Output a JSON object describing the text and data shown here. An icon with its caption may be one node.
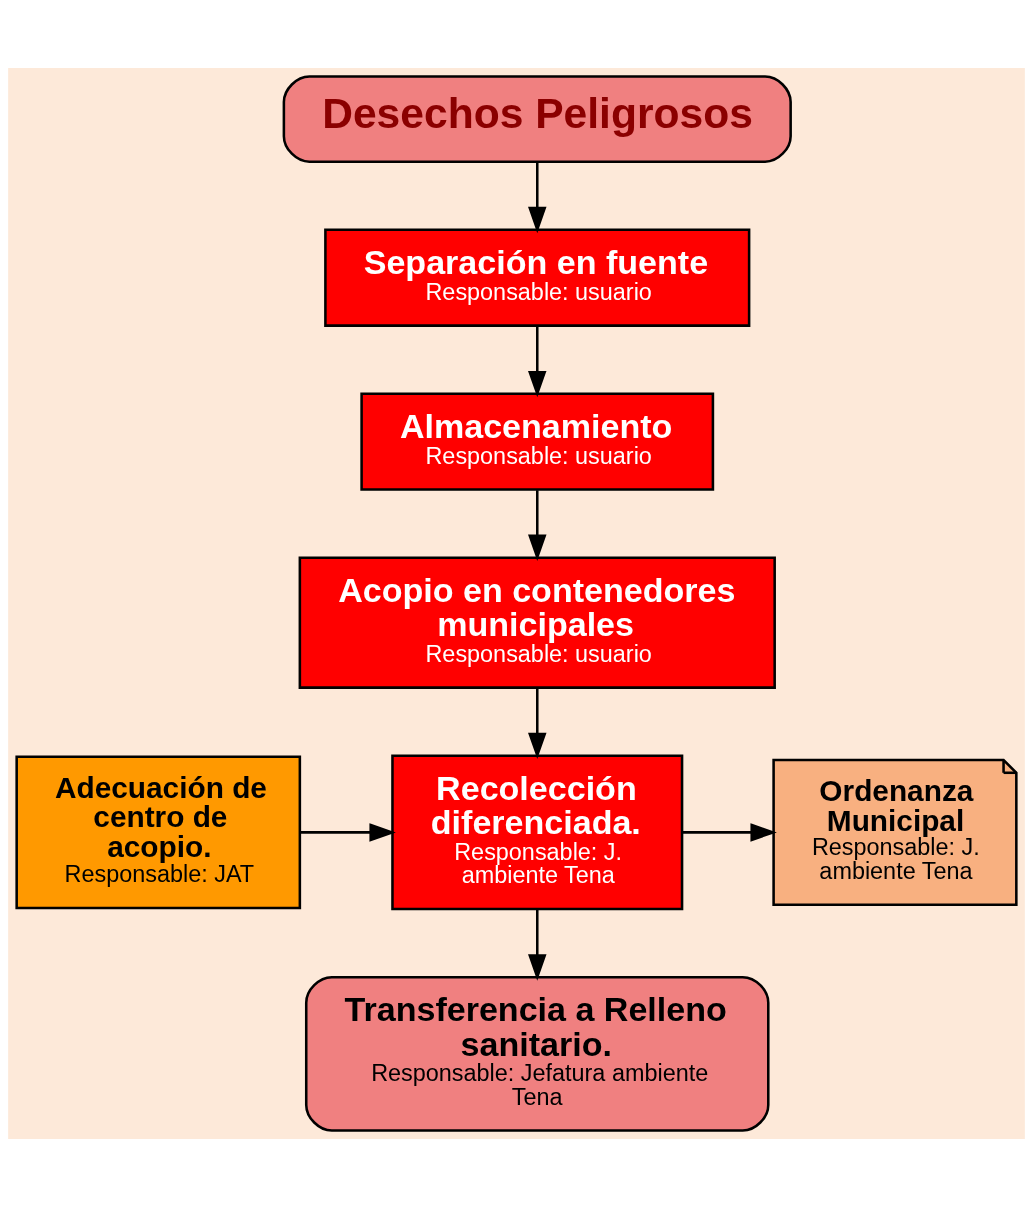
{
  "diagram": {
    "nodes": [
      {
        "text": [
          "Desechos Peligrosos"
        ]
      },
      {
        "text": [
          "Separación en fuente",
          "Responsable: usuario"
        ]
      },
      {
        "text": [
          "Almacenamiento",
          "Responsable: usuario"
        ]
      },
      {
        "text": [
          "Acopio en contenedores municipales",
          "Responsable: usuario"
        ]
      },
      {
        "text": [
          "Adecuación de centro de acopio.",
          "Responsable: JAT"
        ]
      },
      {
        "text": [
          "Recolección diferenciada.",
          "Responsable: J. ambiente Tena"
        ]
      },
      {
        "text": [
          "Ordenanza Municipal",
          "Responsable: J. ambiente Tena"
        ]
      },
      {
        "text": [
          "Transferencia a Relleno sanitario.",
          "Responsable: Jefatura ambiente Tena"
        ]
      }
    ],
    "edges": [
      {
        "from": 0,
        "to": 1,
        "arrow": "to"
      },
      {
        "from": 1,
        "to": 2,
        "arrow": "to"
      },
      {
        "from": 2,
        "to": 3,
        "arrow": "to"
      },
      {
        "from": 3,
        "to": 5,
        "arrow": "to"
      },
      {
        "from": 4,
        "to": 5,
        "arrow": "to"
      },
      {
        "from": 5,
        "to": 6,
        "arrow": "to"
      },
      {
        "from": 5,
        "to": 7,
        "arrow": "to"
      }
    ]
  }
}
